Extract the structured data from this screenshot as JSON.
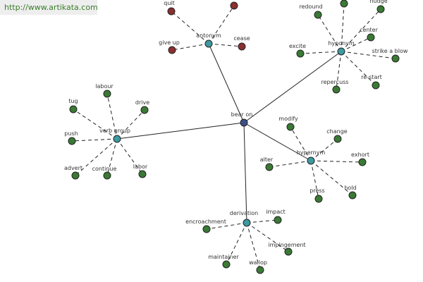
{
  "watermark": "http://www.artikata.com",
  "colors": {
    "center": "#3b4f8a",
    "category": "#3d9aa0",
    "leaf": "#3a7a34",
    "antonym_leaf": "#8b3030"
  },
  "center": {
    "label": "bear on"
  },
  "groups": [
    {
      "id": "antonym",
      "label": "antonym",
      "leaves": [
        "quit",
        "",
        "give up",
        "cease"
      ]
    },
    {
      "id": "hyponym",
      "label": "hyponym",
      "leaves": [
        "redound",
        "",
        "nudge",
        "center",
        "excite",
        "strike a blow",
        "repercuss",
        "re-start"
      ]
    },
    {
      "id": "verb-group",
      "label": "verb group",
      "leaves": [
        "labour",
        "tug",
        "drive",
        "push",
        "advert",
        "continue",
        "labor"
      ]
    },
    {
      "id": "hypernym",
      "label": "hypernym",
      "leaves": [
        "modify",
        "change",
        "alter",
        "exhort",
        "press",
        "hold"
      ]
    },
    {
      "id": "derivation",
      "label": "derivation",
      "leaves": [
        "encroachment",
        "impact",
        "impingement",
        "maintainer",
        "wallop"
      ]
    }
  ]
}
